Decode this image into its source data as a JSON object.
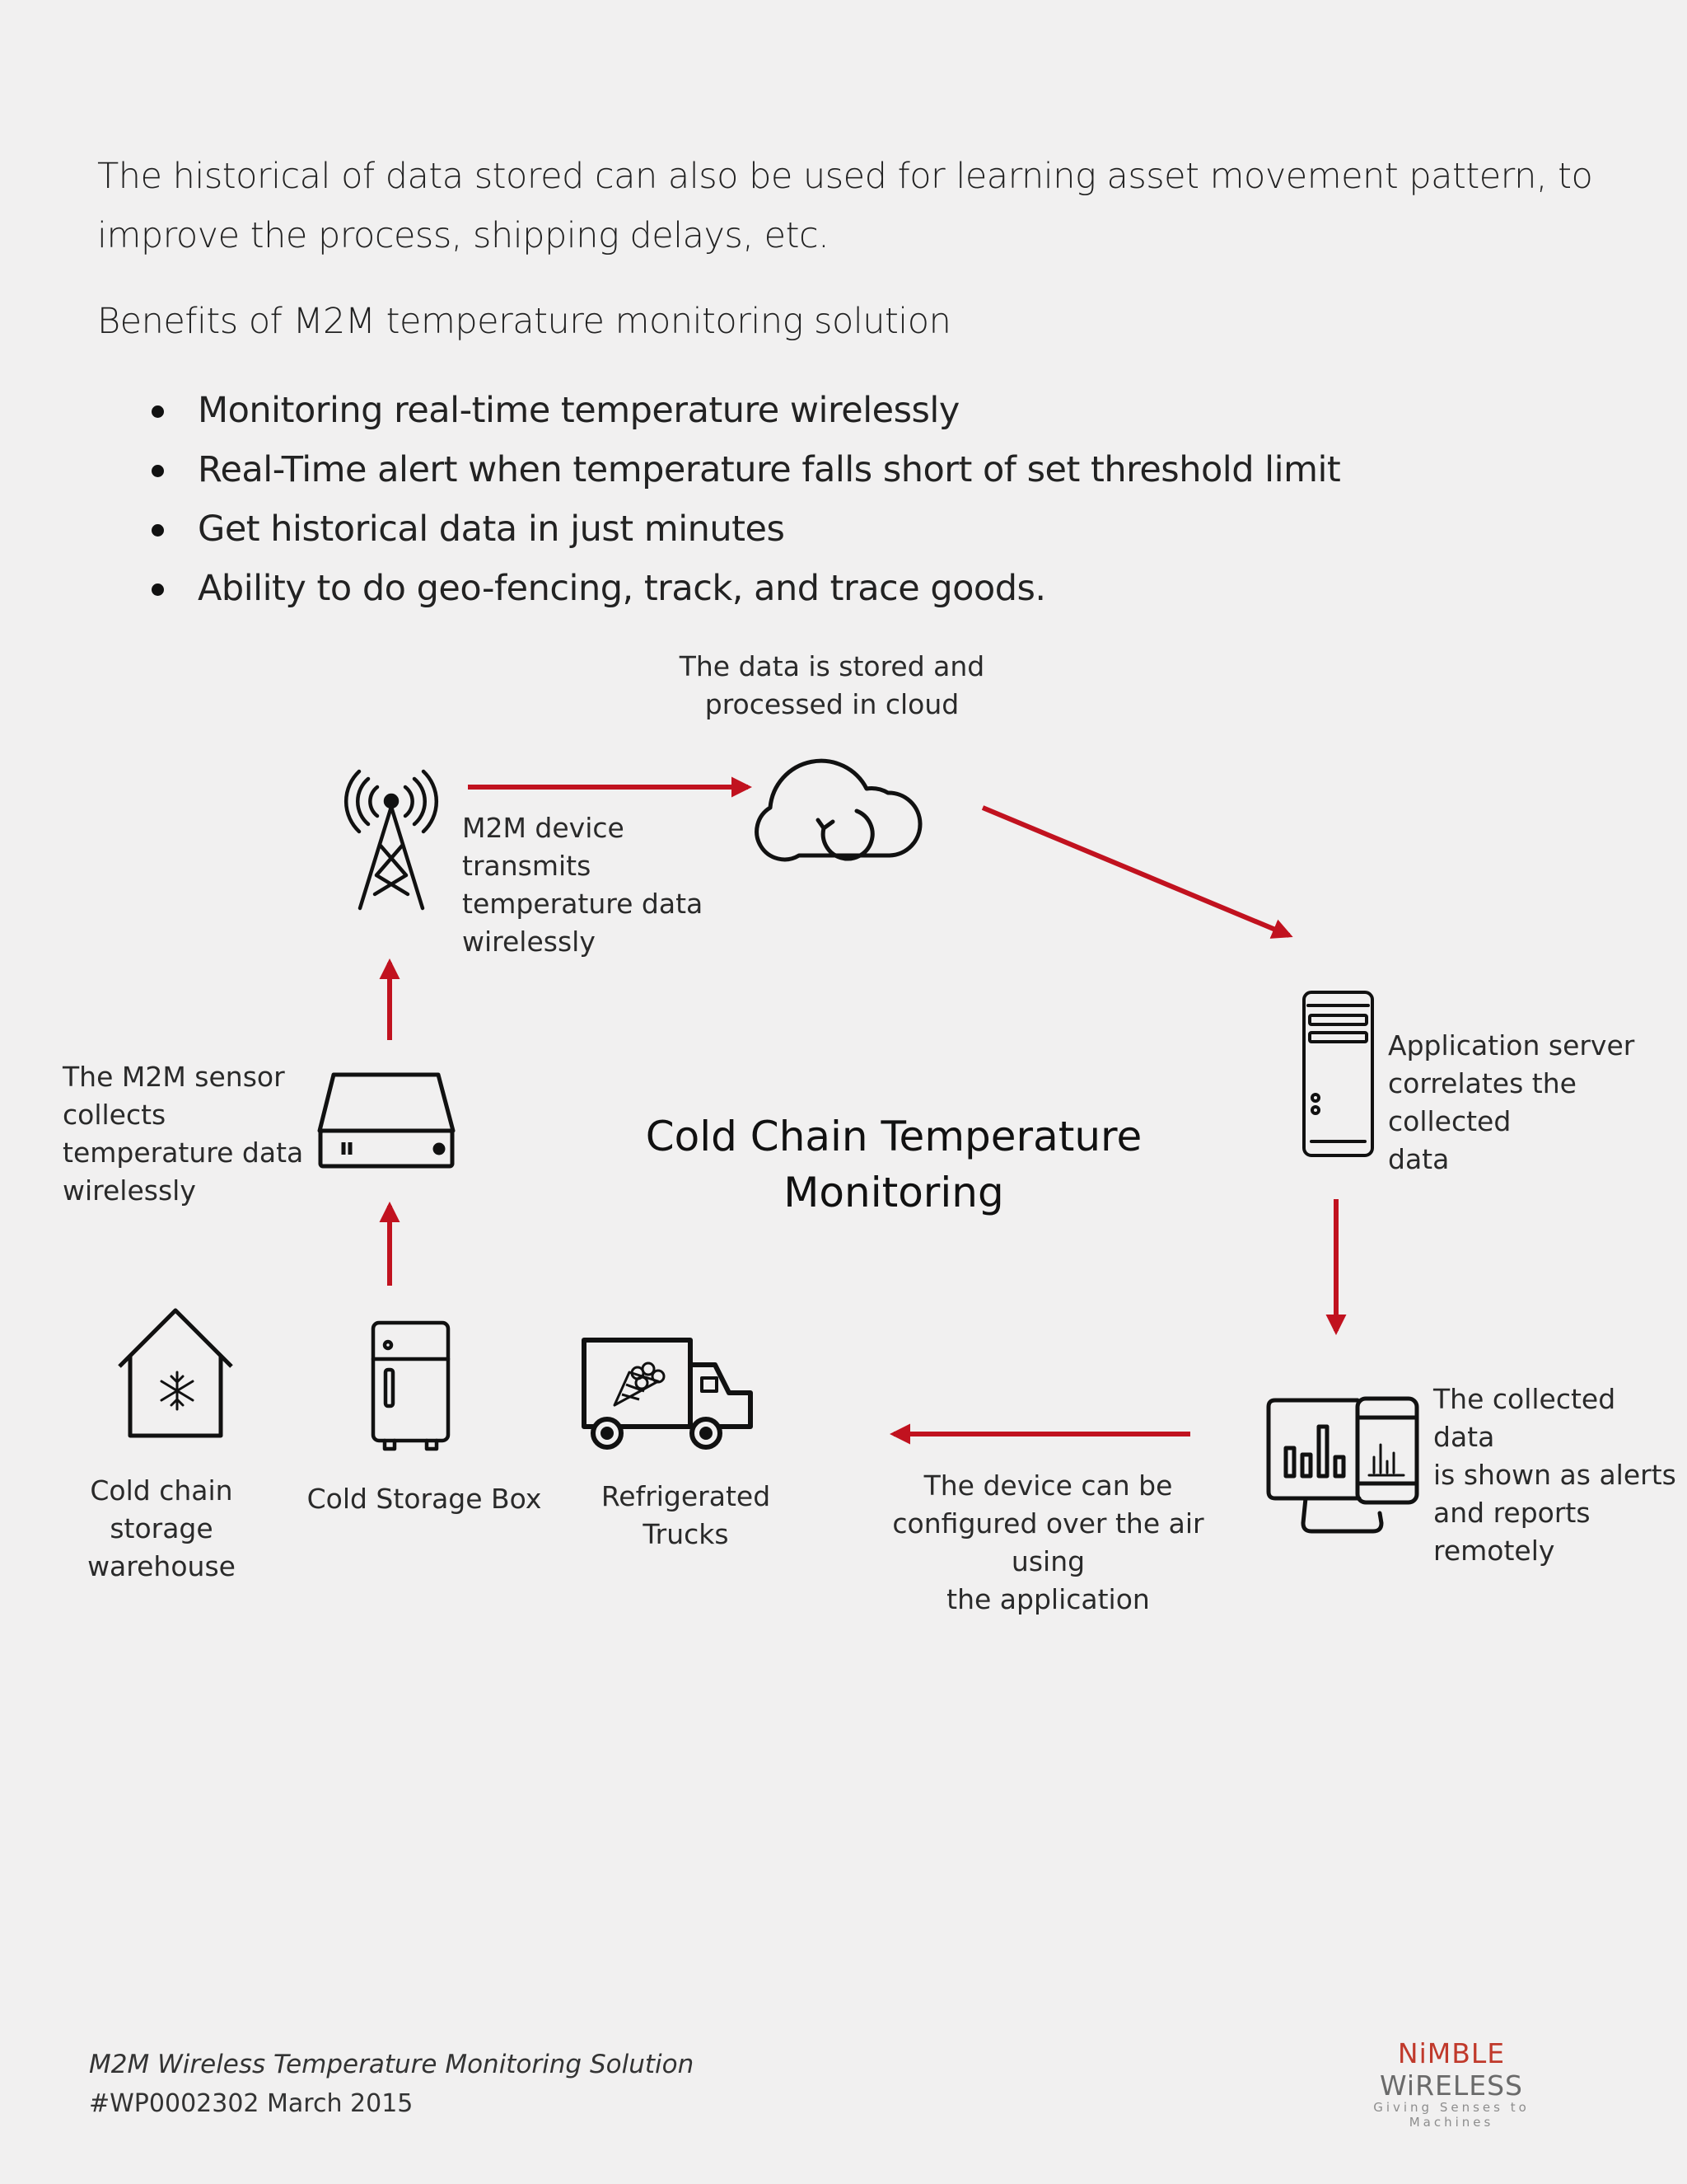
{
  "intro": {
    "paragraph": "The historical of data stored can also be used for learning asset movement pattern, to improve the process, shipping delays, etc.",
    "benefits_heading": "Benefits of M2M temperature monitoring solution",
    "bullets": [
      "Monitoring real-time temperature wirelessly",
      "Real-Time alert when temperature falls short of set threshold limit",
      "Get historical data in just minutes",
      "Ability to do geo-fencing, track, and trace goods."
    ]
  },
  "diagram": {
    "title_line1": "Cold Chain Temperature",
    "title_line2": "Monitoring",
    "cloud_label_1": "The data is stored and",
    "cloud_label_2": "processed in cloud",
    "tower_label_1": "M2M device transmits",
    "tower_label_2": "temperature data",
    "tower_label_3": "wirelessly",
    "sensor_label_1": "The M2M sensor",
    "sensor_label_2": "collects",
    "sensor_label_3": "temperature data",
    "sensor_label_4": "wirelessly",
    "server_label_1": "Application server",
    "server_label_2": "correlates the collected",
    "server_label_3": "data",
    "reports_label_1": "The collected data",
    "reports_label_2": "is shown as alerts",
    "reports_label_3": "and reports",
    "reports_label_4": "remotely",
    "config_label_1": "The device can be",
    "config_label_2": "configured over the air using",
    "config_label_3": "the application",
    "warehouse_label_1": "Cold chain storage",
    "warehouse_label_2": "warehouse",
    "box_label": "Cold Storage Box",
    "truck_label": "Refrigerated Trucks",
    "icons": [
      "cell-tower-icon",
      "cloud-sync-icon",
      "server-tower-icon",
      "monitor-phone-chart-icon",
      "sensor-device-icon",
      "house-snowflake-icon",
      "refrigerator-icon",
      "delivery-truck-icon"
    ],
    "arrow_color": "#c1121f"
  },
  "footer": {
    "doc_title": "M2M Wireless Temperature Monitoring Solution",
    "doc_id": "#WP0002302 March 2015",
    "logo_part1": "NiMBLE",
    "logo_part2": "WiRELESS",
    "logo_tagline": "Giving Senses to Machines"
  }
}
